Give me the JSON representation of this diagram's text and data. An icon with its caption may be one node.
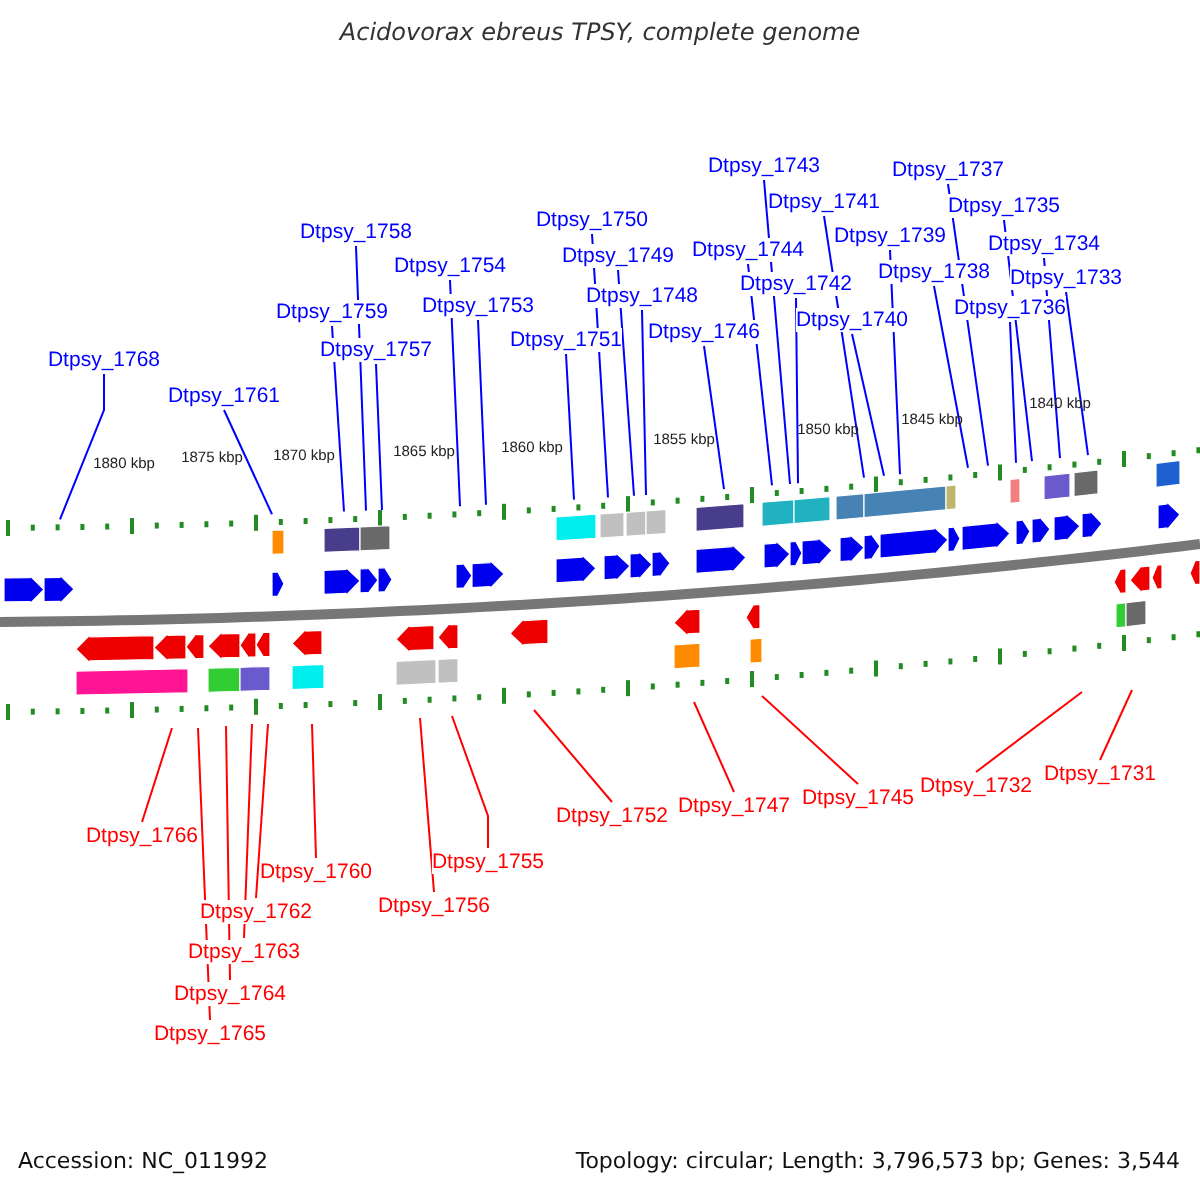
{
  "diagram": {
    "title": "Acidovorax ebreus TPSY, complete genome",
    "nodes": [
      {
        "text": [
          "Dtpsy_1768"
        ]
      },
      {
        "text": [
          "Dtpsy_1761"
        ]
      },
      {
        "text": [
          "Dtpsy_1758"
        ]
      },
      {
        "text": [
          "Dtpsy_1759"
        ]
      },
      {
        "text": [
          "Dtpsy_1757"
        ]
      },
      {
        "text": [
          "Dtpsy_1754"
        ]
      },
      {
        "text": [
          "Dtpsy_1753"
        ]
      },
      {
        "text": [
          "Dtpsy_1751"
        ]
      },
      {
        "text": [
          "Dtpsy_1750"
        ]
      },
      {
        "text": [
          "Dtpsy_1749"
        ]
      },
      {
        "text": [
          "Dtpsy_1748"
        ]
      },
      {
        "text": [
          "Dtpsy_1746"
        ]
      },
      {
        "text": [
          "Dtpsy_1744"
        ]
      },
      {
        "text": [
          "Dtpsy_1743"
        ]
      },
      {
        "text": [
          "Dtpsy_1742"
        ]
      },
      {
        "text": [
          "Dtpsy_1741"
        ]
      },
      {
        "text": [
          "Dtpsy_1740"
        ]
      },
      {
        "text": [
          "Dtpsy_1739"
        ]
      },
      {
        "text": [
          "Dtpsy_1738"
        ]
      },
      {
        "text": [
          "Dtpsy_1737"
        ]
      },
      {
        "text": [
          "Dtpsy_1736"
        ]
      },
      {
        "text": [
          "Dtpsy_1735"
        ]
      },
      {
        "text": [
          "Dtpsy_1734"
        ]
      },
      {
        "text": [
          "Dtpsy_1733"
        ]
      },
      {
        "text": [
          "Dtpsy_1766"
        ]
      },
      {
        "text": [
          "Dtpsy_1765"
        ]
      },
      {
        "text": [
          "Dtpsy_1764"
        ]
      },
      {
        "text": [
          "Dtpsy_1763"
        ]
      },
      {
        "text": [
          "Dtpsy_1762"
        ]
      },
      {
        "text": [
          "Dtpsy_1760"
        ]
      },
      {
        "text": [
          "Dtpsy_1756"
        ]
      },
      {
        "text": [
          "Dtpsy_1755"
        ]
      },
      {
        "text": [
          "Dtpsy_1752"
        ]
      },
      {
        "text": [
          "Dtpsy_1747"
        ]
      },
      {
        "text": [
          "Dtpsy_1745"
        ]
      },
      {
        "text": [
          "Dtpsy_1732"
        ]
      },
      {
        "text": [
          "Dtpsy_1731"
        ]
      }
    ],
    "edges": [
      {
        "from": 0,
        "to": null,
        "arrow": "none"
      },
      {
        "from": 1,
        "to": null,
        "arrow": "none"
      },
      {
        "from": 2,
        "to": null,
        "arrow": "none"
      },
      {
        "from": 3,
        "to": null,
        "arrow": "none"
      },
      {
        "from": 4,
        "to": null,
        "arrow": "none"
      },
      {
        "from": 5,
        "to": null,
        "arrow": "none"
      },
      {
        "from": 6,
        "to": null,
        "arrow": "none"
      },
      {
        "from": 7,
        "to": null,
        "arrow": "none"
      },
      {
        "from": 8,
        "to": null,
        "arrow": "none"
      },
      {
        "from": 9,
        "to": null,
        "arrow": "none"
      },
      {
        "from": 10,
        "to": null,
        "arrow": "none"
      },
      {
        "from": 11,
        "to": null,
        "arrow": "none"
      },
      {
        "from": 12,
        "to": null,
        "arrow": "none"
      },
      {
        "from": 13,
        "to": null,
        "arrow": "none"
      },
      {
        "from": 14,
        "to": null,
        "arrow": "none"
      },
      {
        "from": 15,
        "to": null,
        "arrow": "none"
      },
      {
        "from": 16,
        "to": null,
        "arrow": "none"
      },
      {
        "from": 17,
        "to": null,
        "arrow": "none"
      },
      {
        "from": 18,
        "to": null,
        "arrow": "none"
      },
      {
        "from": 19,
        "to": null,
        "arrow": "none"
      },
      {
        "from": 20,
        "to": null,
        "arrow": "none"
      },
      {
        "from": 21,
        "to": null,
        "arrow": "none"
      },
      {
        "from": 22,
        "to": null,
        "arrow": "none"
      },
      {
        "from": 23,
        "to": null,
        "arrow": "none"
      },
      {
        "from": 24,
        "to": null,
        "arrow": "none",
        "color": "#ff0000"
      },
      {
        "from": 25,
        "to": null,
        "arrow": "none",
        "color": "#ff0000"
      },
      {
        "from": 26,
        "to": null,
        "arrow": "none",
        "color": "#ff0000"
      },
      {
        "from": 27,
        "to": null,
        "arrow": "none",
        "color": "#ff0000"
      },
      {
        "from": 28,
        "to": null,
        "arrow": "none",
        "color": "#ff0000"
      },
      {
        "from": 29,
        "to": null,
        "arrow": "none",
        "color": "#ff0000"
      },
      {
        "from": 30,
        "to": null,
        "arrow": "none",
        "color": "#ff0000"
      },
      {
        "from": 31,
        "to": null,
        "arrow": "none",
        "color": "#ff0000"
      },
      {
        "from": 32,
        "to": null,
        "arrow": "none",
        "color": "#ff0000"
      },
      {
        "from": 33,
        "to": null,
        "arrow": "none",
        "color": "#ff0000"
      },
      {
        "from": 34,
        "to": null,
        "arrow": "none",
        "color": "#ff0000"
      },
      {
        "from": 35,
        "to": null,
        "arrow": "none",
        "color": "#ff0000"
      },
      {
        "from": 36,
        "to": null,
        "arrow": "none",
        "color": "#ff0000"
      }
    ],
    "labels": [
      "1880 kbp",
      "1875 kbp",
      "1870 kbp",
      "1865 kbp",
      "1860 kbp",
      "1855 kbp",
      "1850 kbp",
      "1845 kbp",
      "1840 kbp",
      "Accession: NC_011992",
      "Topology: circular; Length: 3,796,573 bp; Genes: 3,544"
    ]
  }
}
